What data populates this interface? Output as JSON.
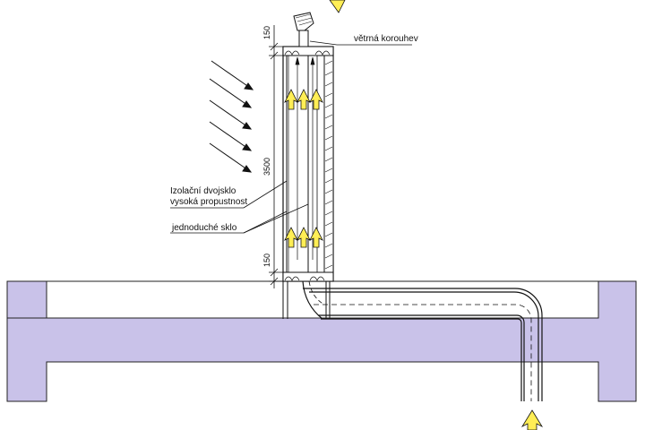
{
  "labels": {
    "wind_cowl": "větrná korouhev",
    "insulating_glass_line1": "Izolační dvojsklo",
    "insulating_glass_line2": "vysoká propustnost",
    "single_glass": "jednoduché sklo"
  },
  "dimensions": {
    "top": "150",
    "height": "3500",
    "bottom": "150"
  },
  "colors": {
    "building": "#c9c2e9",
    "arrow_fill": "#ffee55",
    "line": "#111111"
  },
  "icons": [
    "sun-ray-arrow-icon",
    "up-arrow-icon",
    "wind-cowl-icon",
    "inlet-arrow-icon"
  ]
}
